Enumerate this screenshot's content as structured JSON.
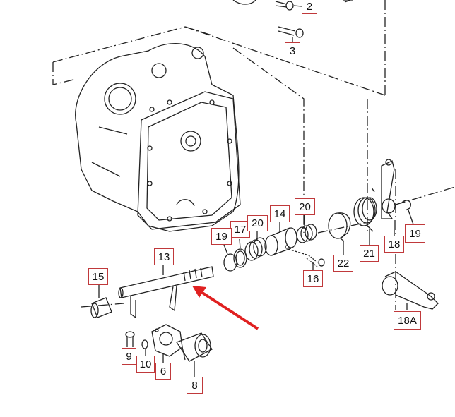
{
  "diagram": {
    "callouts": [
      {
        "id": "c2",
        "text": "2"
      },
      {
        "id": "c3",
        "text": "3"
      },
      {
        "id": "c13",
        "text": "13"
      },
      {
        "id": "c14",
        "text": "14"
      },
      {
        "id": "c15",
        "text": "15"
      },
      {
        "id": "c16",
        "text": "16"
      },
      {
        "id": "c17",
        "text": "17"
      },
      {
        "id": "c19a",
        "text": "19"
      },
      {
        "id": "c20a",
        "text": "20"
      },
      {
        "id": "c20b",
        "text": "20"
      },
      {
        "id": "c22",
        "text": "22"
      },
      {
        "id": "c21",
        "text": "21"
      },
      {
        "id": "c18",
        "text": "18"
      },
      {
        "id": "c19b",
        "text": "19"
      },
      {
        "id": "c18a",
        "text": "18A"
      },
      {
        "id": "c9",
        "text": "9"
      },
      {
        "id": "c10",
        "text": "10"
      },
      {
        "id": "c6",
        "text": "6"
      },
      {
        "id": "c8",
        "text": "8"
      }
    ],
    "colors": {
      "callout_border": "#c0393b",
      "arrow": "#e02020",
      "line": "#222222"
    }
  }
}
